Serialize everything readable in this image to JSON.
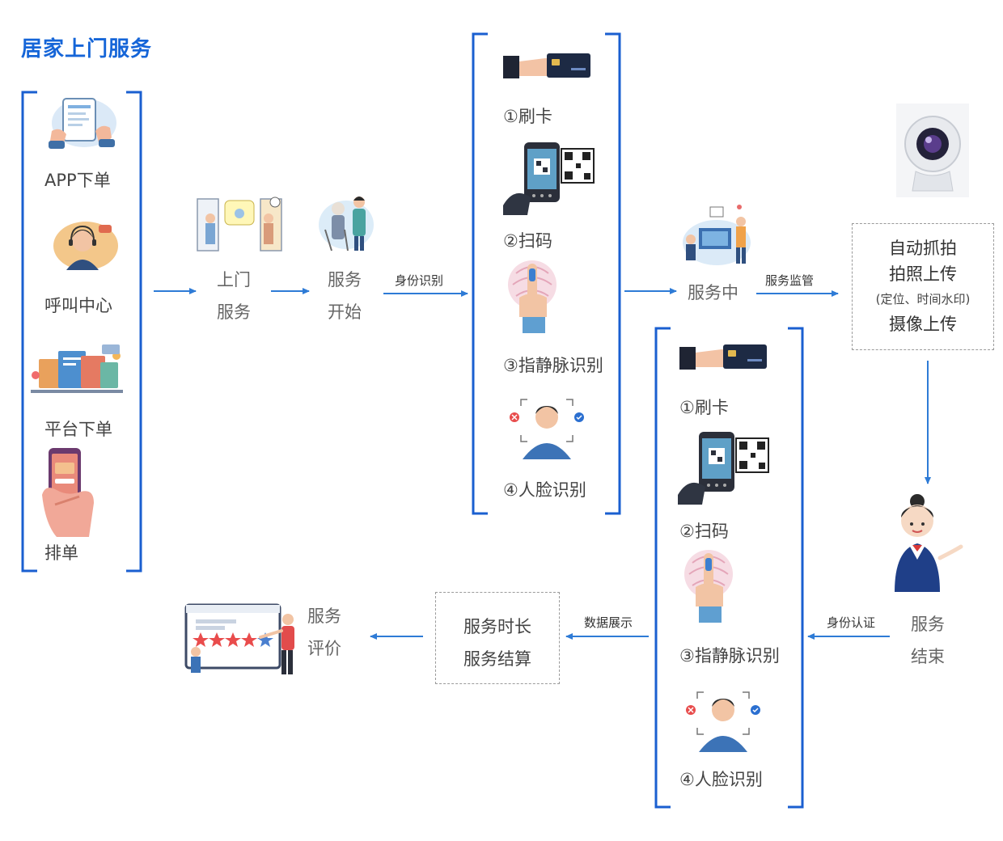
{
  "title": "居家上门服务",
  "order_channels": [
    {
      "label": "APP下单",
      "icon": "tablet-order-icon"
    },
    {
      "label": "呼叫中心",
      "icon": "call-center-agent-icon"
    },
    {
      "label": "平台下单",
      "icon": "platform-screens-icon"
    },
    {
      "label": "排单",
      "icon": "phone-in-hand-icon"
    }
  ],
  "steps": {
    "door_service": [
      "上门",
      "服务"
    ],
    "service_start": [
      "服务",
      "开始"
    ],
    "in_service": "服务中",
    "service_end": [
      "服务",
      "结束"
    ],
    "service_evaluation": [
      "服务",
      "评价"
    ]
  },
  "arrow_labels": {
    "identity_recognition": "身份识别",
    "service_supervision": "服务监管",
    "identity_authentication": "身份认证",
    "data_display": "数据展示"
  },
  "verification_methods_start": [
    "①刷卡",
    "②扫码",
    "③指静脉识别",
    "④人脸识别"
  ],
  "verification_methods_end": [
    "①刷卡",
    "②扫码",
    "③指静脉识别",
    "④人脸识别"
  ],
  "capture_box": {
    "line1": "自动抓拍",
    "line2": "拍照上传",
    "line3": "(定位、时间水印)",
    "line4": "摄像上传"
  },
  "settlement_box": {
    "line1": "服务时长",
    "line2": "服务结算"
  },
  "colors": {
    "title_blue": "#1565d8",
    "bracket_blue": "#1a5fd0",
    "arrow_blue": "#2e7bd6"
  }
}
